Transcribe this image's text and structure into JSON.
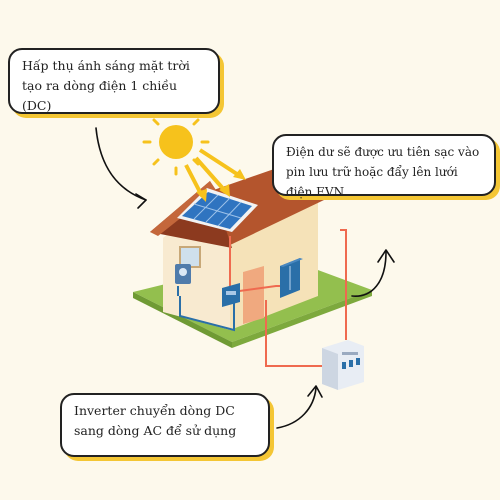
{
  "callouts": {
    "solar_absorption": "Hấp thụ ánh sáng mặt trời tạo ra dòng điện 1 chiều (DC)",
    "surplus_power": "Điện dư sẽ được ưu tiên sạc vào pin lưu trữ hoặc đẩy lên lưới điện EVN.",
    "inverter": "Inverter chuyển dòng DC sang dòng AC để sử dụng"
  },
  "colors": {
    "background": "#fdf9ec",
    "callout_shadow": "#f4c634",
    "sun": "#f6c21c",
    "roof": "#b4552d",
    "wall": "#f5e6c4",
    "grass": "#93bf4e",
    "panel": "#2f74c0",
    "wire": "#ef6a4f",
    "device": "#2a6fa8"
  },
  "icons": [
    "sun-icon",
    "solar-panel-icon",
    "house-icon",
    "meter-icon",
    "inverter-icon",
    "battery-icon",
    "grid-box-icon",
    "arrow-icon"
  ]
}
